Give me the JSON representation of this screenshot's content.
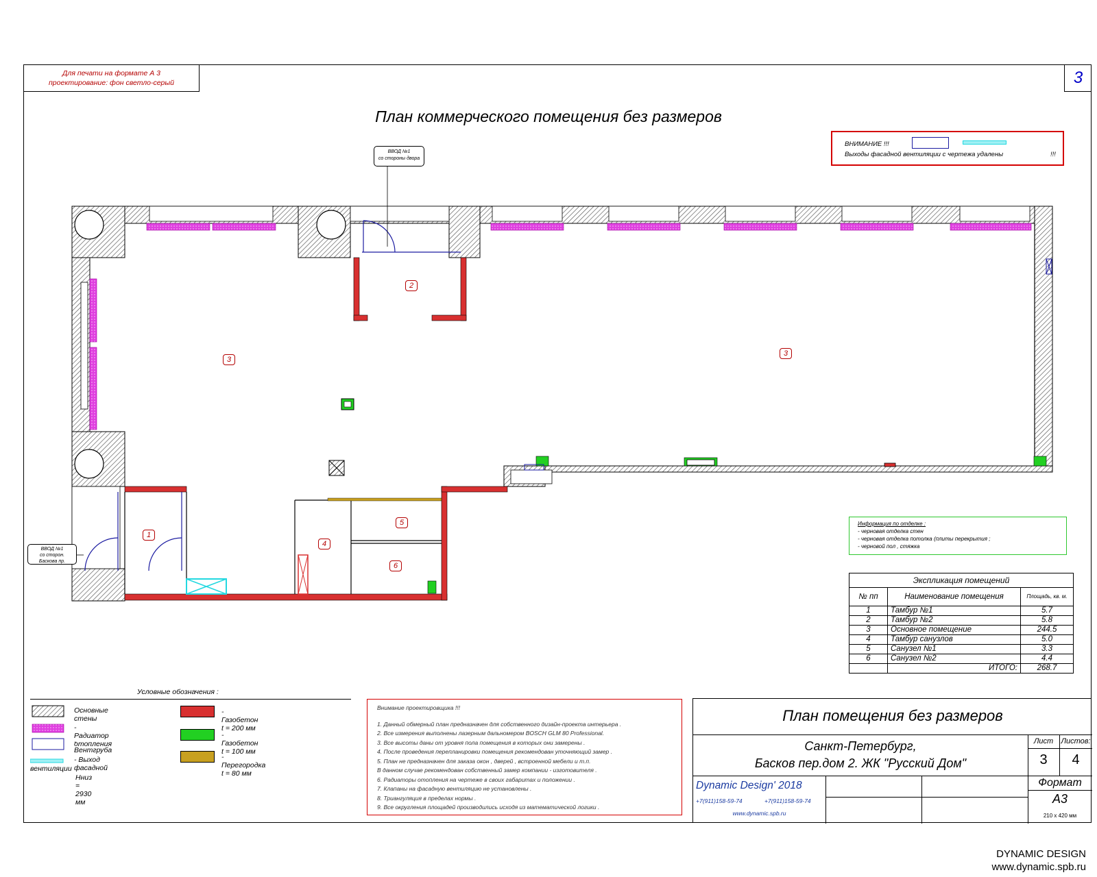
{
  "print_note": {
    "line1": "Для печати на формате А 3",
    "line2": "проектирование: фон светло-серый"
  },
  "sheet_number": "3",
  "plan_title": "План коммерческого помещения без размеров",
  "callouts": {
    "top_label": "ВВОД №1",
    "top_sub": "со стороны двора",
    "left_label": "ВВОД №1",
    "left_sub1": "со сторон.",
    "left_sub2": "Баскова пр."
  },
  "warning": {
    "title": "ВНИМАНИЕ !!!",
    "text": "Выходы фасадной вентиляции с чертежа удалены",
    "suffix": "!!!"
  },
  "room_labels": [
    "3",
    "2",
    "3",
    "1",
    "4",
    "5",
    "6"
  ],
  "info": {
    "title": "Информация по отделке :",
    "items": [
      "- черновая отделка стен",
      "- черновая отделка потолка    (плиты перекрытия ;",
      "- черновой пол , стяжка"
    ]
  },
  "explication": {
    "title": "Экспликация помещений",
    "headers": [
      "№ пп",
      "Наименование помещения",
      "Площадь, кв. м."
    ],
    "rows": [
      [
        "1",
        "Тамбур №1",
        "5.7"
      ],
      [
        "2",
        "Тамбур №2",
        "5.8"
      ],
      [
        "3",
        "Основное помещение",
        "244.5"
      ],
      [
        "4",
        "Тамбур санузлов",
        "5.0"
      ],
      [
        "5",
        "Санузел №1",
        "3.3"
      ],
      [
        "6",
        "Санузел №2",
        "4.4"
      ]
    ],
    "total_label": "ИТОГО:",
    "total_value": "268.7"
  },
  "legend": {
    "title": "Условные обозначения :",
    "items": [
      "Основные стены",
      "- Радиатор отопления",
      "- Вентгруба",
      "- Выход фасадной",
      "вентиляции",
      "Нниз = 2930 мм",
      "- Газобетон  t = 200  мм",
      "- Газобетон  t = 100  мм",
      "- Перегородка  t = 80  мм"
    ],
    "colors": {
      "wall_hatch": "#555555",
      "radiator": "#e040e0",
      "vent": "#1a1aa0",
      "facade": "#22d8e0",
      "gas200": "#d83030",
      "gas100": "#22d022",
      "partition": "#c8a020"
    }
  },
  "notes": {
    "title": "Внимание проектировщика !!!",
    "items": [
      "1. Данный обмерный план предназначен для собственного дизайн-проекта интерьера .",
      "2. Все измерения выполнены лазерным дальномером    BOSCH GLM 80 Professional.",
      "3. Все высоты даны от уровня пола помещения в которых они замерены .",
      "4. После проведения перепланировки помещения рекомендован уточняющий замер .",
      "5. План не предназначен для заказа окон , дверей , встроенной мебели и т.п.",
      "В данном случае рекомендован собственный замер компании - изготовителя .",
      "6. Радиаторы отопления на чертеже в своих габаритах и положении .",
      "7. Клапаны на фасадную вентиляцию не установлены .",
      "8. Триангуляция в пределах нормы .",
      "9. Все округления площадей производились исходя из математической логики ."
    ]
  },
  "stamp": {
    "title": "План помещения без размеров",
    "address1": "Санкт-Петербург,",
    "address2": "Басков пер.дом 2. ЖК \"Русский Дом\"",
    "sheet_label": "Лист",
    "sheets_label": "Листов:",
    "sheet_value": "3",
    "sheets_value": "4",
    "company": "Dynamic Design' 2018",
    "phone1": "+7(911)158-59-74",
    "phone2": "+7(911)158-59-74",
    "site": "www.dynamic.spb.ru",
    "format_label": "Формат",
    "format_value": "А3",
    "format_size": "210 x 420 мм"
  },
  "brand": {
    "name": "DYNAMIC DESIGN",
    "url": "www.dynamic.spb.ru"
  }
}
